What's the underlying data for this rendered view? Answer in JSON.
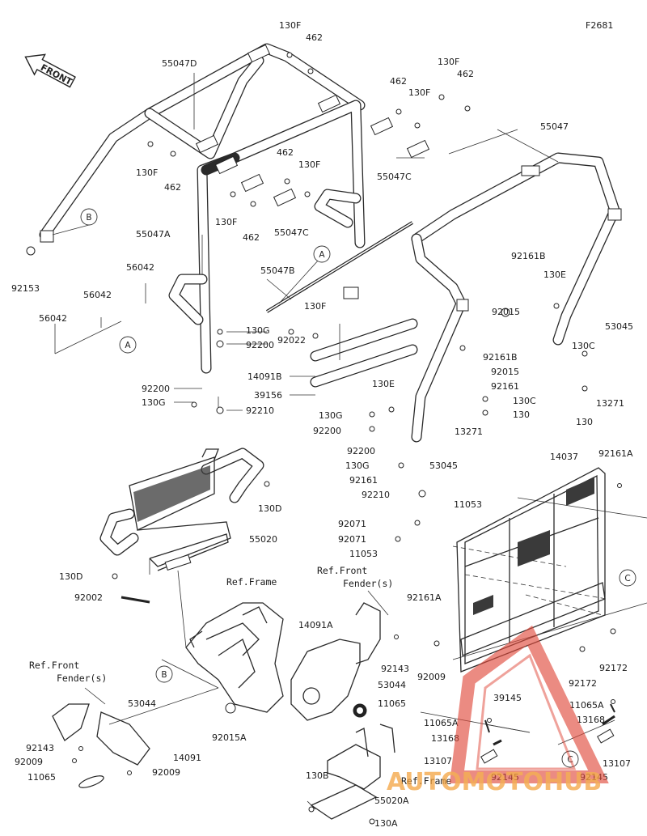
{
  "figure_code": "F2681",
  "front_marker": "FRONT",
  "watermark": "AUTOMOTOHUB",
  "callouts": {
    "a1": "A",
    "a2": "A",
    "b1": "B",
    "b2": "B",
    "c1": "C",
    "c2": "C"
  },
  "labels": {
    "l130F_a": "130F",
    "l462_a": "462",
    "l55047D": "55047D",
    "l130F_b": "130F",
    "l462_b": "462",
    "l462_c": "462",
    "l130F_c": "130F",
    "l55047": "55047",
    "l130F_d": "130F",
    "l462_d": "462",
    "l462_e": "462",
    "l130F_e": "130F",
    "l55047C_a": "55047C",
    "l130F_f": "130F",
    "l462_f": "462",
    "l55047C_b": "55047C",
    "l55047A": "55047A",
    "l92153": "92153",
    "l56042_a": "56042",
    "l56042_b": "56042",
    "l56042_c": "56042",
    "l55047B": "55047B",
    "l130F_g": "130F",
    "l130G_a": "130G",
    "l92200_a": "92200",
    "l92022": "92022",
    "l14091B": "14091B",
    "l39156": "39156",
    "l92200_b": "92200",
    "l130G_b": "130G",
    "l92210_a": "92210",
    "l92161B_a": "92161B",
    "l130E_a": "130E",
    "l92015_a": "92015",
    "l53045_a": "53045",
    "l92161B_b": "92161B",
    "l130C_a": "130C",
    "l92015_b": "92015",
    "l92161_a": "92161",
    "l13271_a": "13271",
    "l130_a": "130",
    "l130E_b": "130E",
    "l130C_b": "130C",
    "l130G_c": "130G",
    "l130_b": "130",
    "l92200_c": "92200",
    "l13271_b": "13271",
    "l92200_d": "92200",
    "l130G_d": "130G",
    "l53045_b": "53045",
    "l92161_b": "92161",
    "l92210_b": "92210",
    "l14037": "14037",
    "l92161A_a": "92161A",
    "l130D_a": "130D",
    "l55020": "55020",
    "l92071_a": "92071",
    "l11053_a": "11053",
    "l92071_b": "92071",
    "l11053_b": "11053",
    "l130D_b": "130D",
    "l92002": "92002",
    "l92161A_b": "92161A",
    "l92172_a": "92172",
    "l92172_b": "92172",
    "l14091A": "14091A",
    "l92143_a": "92143",
    "l92009_a": "92009",
    "l53044_a": "53044",
    "l11065_a": "11065",
    "l39145": "39145",
    "l11065A_a": "11065A",
    "l13168_a": "13168",
    "l11065A_b": "11065A",
    "l13168_b": "13168",
    "l13107_a": "13107",
    "l92145_a": "92145",
    "l13107_b": "13107",
    "l92145_b": "92145",
    "l53044_b": "53044",
    "l92015A": "92015A",
    "l92143_b": "92143",
    "l92009_b": "92009",
    "l11065_b": "11065",
    "l14091": "14091",
    "l92009_c": "92009",
    "l130B": "130B",
    "l55020A": "55020A",
    "l130A": "130A"
  },
  "refs": {
    "ref_frame_a": "Ref.Frame",
    "ref_front_fender_a1": "Ref.Front",
    "ref_front_fender_a2": "Fender(s)",
    "ref_front_fender_b1": "Ref.Front",
    "ref_front_fender_b2": "Fender(s)",
    "ref_frame_b": "Ref.Frame"
  }
}
